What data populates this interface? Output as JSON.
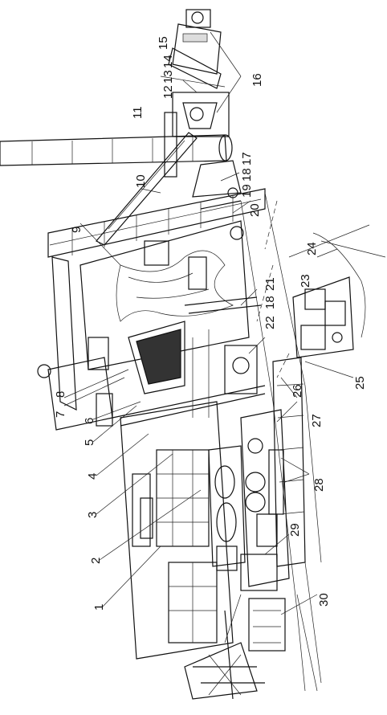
{
  "callouts": [
    {
      "id": "c1",
      "label": "1"
    },
    {
      "id": "c2",
      "label": "2"
    },
    {
      "id": "c3",
      "label": "3"
    },
    {
      "id": "c4",
      "label": "4"
    },
    {
      "id": "c5",
      "label": "5"
    },
    {
      "id": "c6",
      "label": "6"
    },
    {
      "id": "c7",
      "label": "7"
    },
    {
      "id": "c8",
      "label": "8"
    },
    {
      "id": "c9",
      "label": "9"
    },
    {
      "id": "c10",
      "label": "10"
    },
    {
      "id": "c11",
      "label": "11"
    },
    {
      "id": "c12",
      "label": "12"
    },
    {
      "id": "c13",
      "label": "13"
    },
    {
      "id": "c14",
      "label": "14"
    },
    {
      "id": "c15",
      "label": "15"
    },
    {
      "id": "c16",
      "label": "16"
    },
    {
      "id": "c17",
      "label": "17"
    },
    {
      "id": "c18",
      "label": "18"
    },
    {
      "id": "c18b",
      "label": "18"
    },
    {
      "id": "c19",
      "label": "19"
    },
    {
      "id": "c20",
      "label": "20"
    },
    {
      "id": "c21",
      "label": "21"
    },
    {
      "id": "c22",
      "label": "22"
    },
    {
      "id": "c23",
      "label": "23"
    },
    {
      "id": "c24",
      "label": "24"
    },
    {
      "id": "c25",
      "label": "25"
    },
    {
      "id": "c26",
      "label": "26"
    },
    {
      "id": "c27",
      "label": "27"
    },
    {
      "id": "c28",
      "label": "28"
    },
    {
      "id": "c29",
      "label": "29"
    },
    {
      "id": "c30",
      "label": "30"
    }
  ]
}
